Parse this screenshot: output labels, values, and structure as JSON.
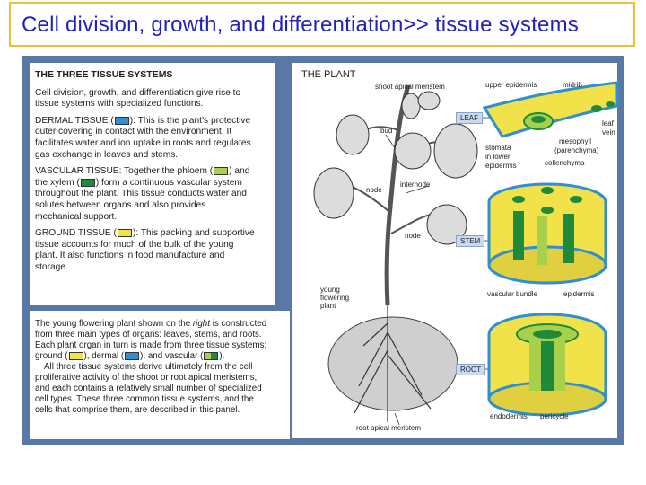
{
  "title": "Cell division, growth, and differentiation>> tissue systems",
  "left_panel": {
    "heading": "THE THREE TISSUE SYSTEMS",
    "intro": [
      "Cell division, growth, and differentiation give rise to",
      "tissue systems with specialized functions."
    ],
    "dermal": {
      "name": "DERMAL TISSUE (",
      "after": "): This is the plant’s protective",
      "lines": [
        "outer covering in contact with the environment. It",
        "facilitates water and ion uptake in roots and regulates",
        "gas exchange in leaves and stems."
      ]
    },
    "vascular": {
      "a": "VASCULAR TISSUE: Together the phloem (",
      "b": ") and",
      "c": "the xylem (",
      "d": ") form a continuous vascular system",
      "lines": [
        "throughout the plant. This tissue conducts water and",
        "solutes between organs and also provides",
        "mechanical support."
      ]
    },
    "ground": {
      "name": "GROUND TISSUE (",
      "after": "): This packing and supportive",
      "lines": [
        "tissue accounts for much of the bulk of the young",
        "plant. It also functions in food manufacture and",
        "storage."
      ]
    }
  },
  "bottom_panel": {
    "p1a": "The young flowering plant shown on the ",
    "p1b": "right",
    "p1c": " is constructed",
    "p1_lines": [
      "from three main types of organs: leaves, stems, and roots.",
      "Each plant organ in turn is made from three tissue systems:"
    ],
    "p1_last_a": "ground (",
    "p1_last_b": "), dermal (",
    "p1_last_c": "), and vascular (",
    "p1_last_d": ").",
    "p2_lines": [
      "All three tissue systems derive ultimately from the cell",
      "proliferative activity of the shoot or root apical meristems,",
      "and each contains a relatively small number of specialized",
      "cell types. These three common tissue systems, and the",
      "cells that comprise them, are described in this panel."
    ]
  },
  "plant": {
    "heading": "THE PLANT",
    "labels": {
      "shoot_apical_meristem": "shoot apical meristem",
      "bud": "bud",
      "node1": "node",
      "internode": "internode",
      "node2": "node",
      "young": "young",
      "flowering": "flowering",
      "plant": "plant",
      "root_apical_meristem": "root apical meristem"
    }
  },
  "organs": {
    "leaf": "LEAF",
    "stem": "STEM",
    "root": "ROOT",
    "leaf_labels": {
      "upper_epidermis": "upper epidermis",
      "midrib": "midrib",
      "leaf": "leaf",
      "vein": "vein",
      "stomata_1": "stomata",
      "stomata_2": "in lower",
      "stomata_3": "epidermis",
      "mesophyll": "mesophyll",
      "parenchyma": "(parenchyma)",
      "collenchyma": "collenchyma"
    },
    "stem_labels": {
      "vascular_bundle": "vascular bundle",
      "epidermis": "epidermis"
    },
    "root_labels": {
      "endodermis": "endodermis",
      "pericycle": "pericycle"
    }
  },
  "colors": {
    "dermal": "#2f8fd2",
    "xylem": "#1e8a3a",
    "phloem": "#a8d04a",
    "ground": "#f2e24a",
    "title": "#2222bb",
    "panel": "#5a78a6",
    "border": "#e8c23a"
  }
}
